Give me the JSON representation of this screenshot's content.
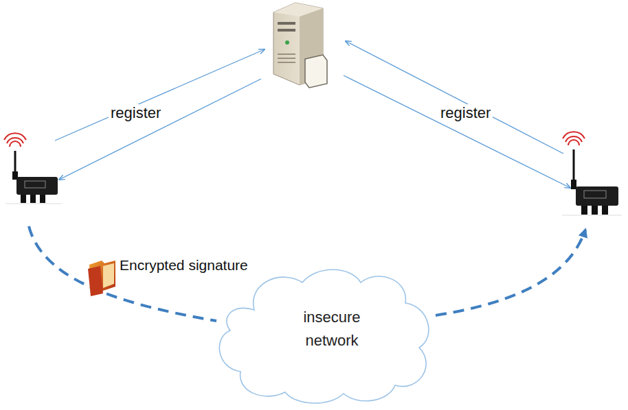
{
  "diagram": {
    "nodes": [
      {
        "text": [
          "insecure network"
        ]
      }
    ],
    "labels": [
      "register",
      "register",
      "Encrypted signature"
    ]
  }
}
